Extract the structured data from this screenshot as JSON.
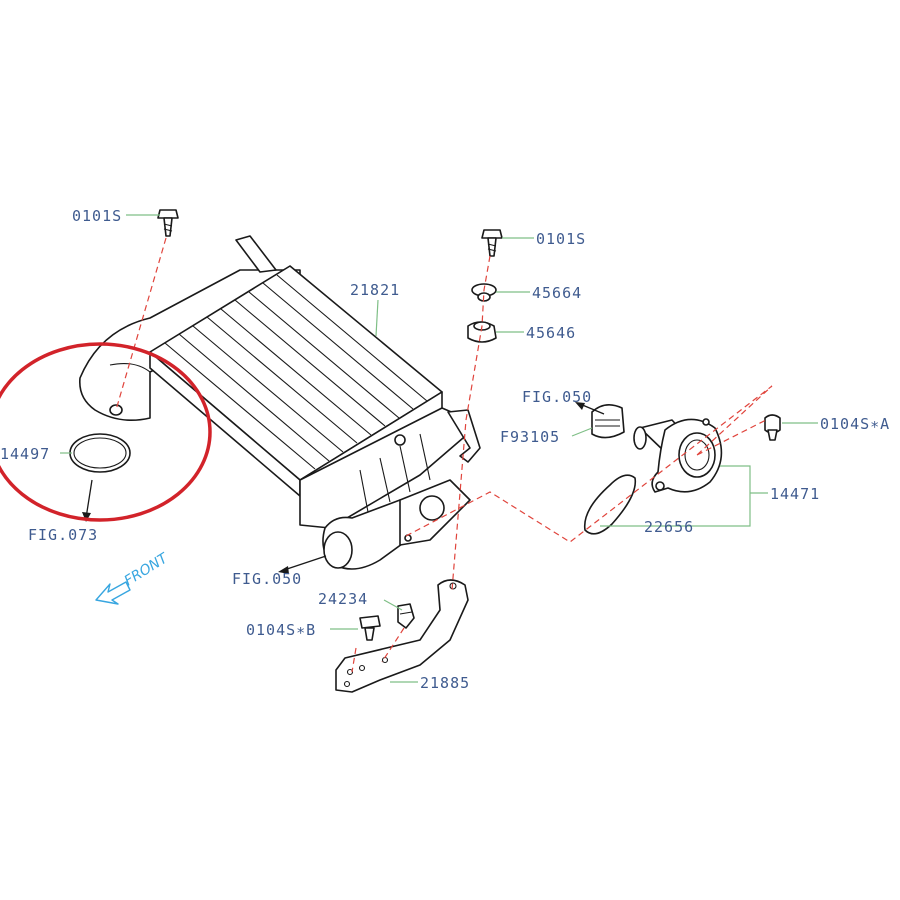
{
  "callouts": {
    "bolt_top_left": "0101S",
    "bolt_top_center": "0101S",
    "washer": "45664",
    "grommet": "45646",
    "intercooler": "21821",
    "gasket_left": "14497",
    "fig_073": "FIG.073",
    "fig_050_left": "FIG.050",
    "fig_050_right": "FIG.050",
    "clamp": "F93105",
    "bolt_right": "0104S∗A",
    "duct_outlet": "14471",
    "gasket_right": "22656",
    "clip": "24234",
    "bolt_bottom": "0104S∗B",
    "bracket": "21885"
  },
  "front_label": "FRONT",
  "colors": {
    "callout_text": "#3f5b8f",
    "leader_line": "#7fbf86",
    "dashed_guide": "#e0443c",
    "highlight_circle": "#d2232a",
    "front_arrow": "#38a6e0"
  }
}
